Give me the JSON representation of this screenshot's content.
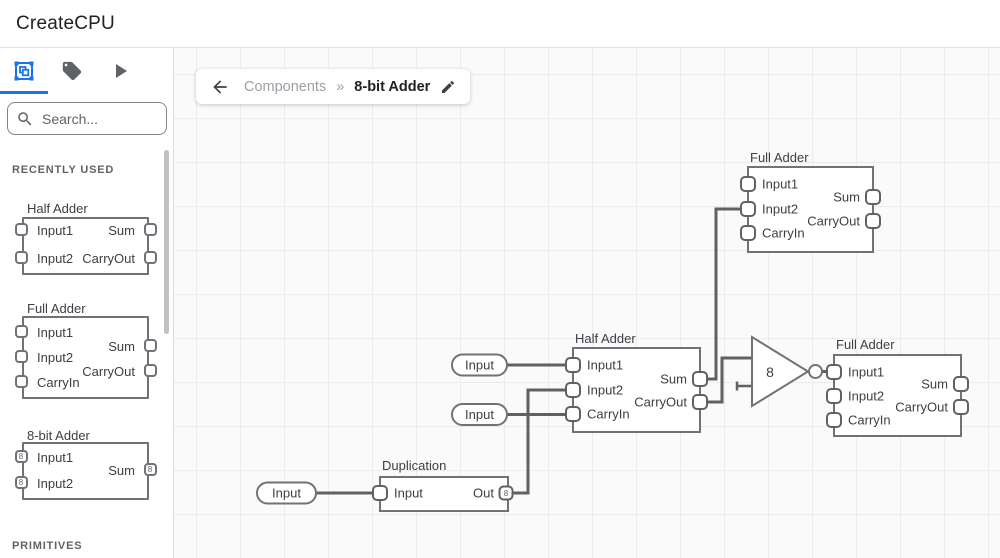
{
  "header": {
    "title": "CreateCPU"
  },
  "sidebar": {
    "tabs": [
      {
        "name": "components",
        "icon": "chip-icon",
        "active": true
      },
      {
        "name": "tags",
        "icon": "tag-icon",
        "active": false
      },
      {
        "name": "run",
        "icon": "play-icon",
        "active": false
      }
    ],
    "search_placeholder": "Search...",
    "recently_used_label": "RECENTLY USED",
    "primitives_label": "PRIMITIVES",
    "components": [
      {
        "title": "Half Adder",
        "ports": {
          "in1": "Input1",
          "in2": "Input2",
          "out1": "Sum",
          "out2": "CarryOut"
        }
      },
      {
        "title": "Full Adder",
        "ports": {
          "in1": "Input1",
          "in2": "Input2",
          "in3": "CarryIn",
          "out1": "Sum",
          "out2": "CarryOut"
        }
      },
      {
        "title": "8-bit Adder",
        "bit_width": "8",
        "ports": {
          "in1": "Input1",
          "in2": "Input2",
          "out1": "Sum"
        }
      }
    ]
  },
  "breadcrumb": {
    "back_icon": "arrow-left",
    "parent": "Components",
    "separator": "»",
    "current": "8-bit Adder",
    "edit_icon": "pencil"
  },
  "canvas": {
    "nodes": {
      "full_adder_top": {
        "title": "Full Adder",
        "in1": "Input1",
        "in2": "Input2",
        "in3": "CarryIn",
        "out1": "Sum",
        "out2": "CarryOut"
      },
      "half_adder": {
        "title": "Half Adder",
        "in1": "Input1",
        "in2": "Input2",
        "in3": "CarryIn",
        "out1": "Sum",
        "out2": "CarryOut"
      },
      "full_adder_right": {
        "title": "Full Adder",
        "in1": "Input1",
        "in2": "Input2",
        "in3": "CarryIn",
        "out1": "Sum",
        "out2": "CarryOut"
      },
      "duplication": {
        "title": "Duplication",
        "in1": "Input",
        "out1": "Out",
        "bit_width": "8"
      },
      "not_gate": {
        "bit_width": "8"
      },
      "input_pill_1": "Input",
      "input_pill_2": "Input",
      "input_pill_3": "Input"
    }
  },
  "colors": {
    "accent": "#1a73e8",
    "wire": "#616161",
    "component_stroke": "#6f7377",
    "canvas_bg": "#fafafa",
    "grid_line": "#ececec"
  }
}
